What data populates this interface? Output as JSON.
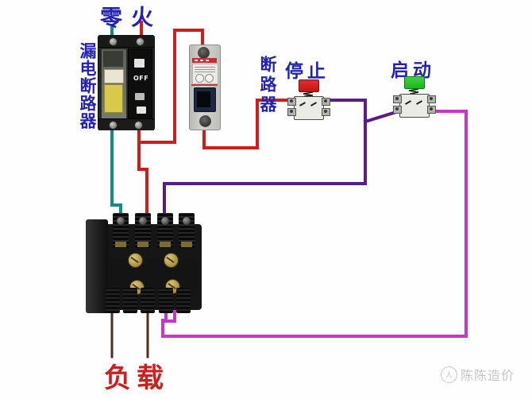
{
  "colors": {
    "wire_live": "#cf1d1a",
    "wire_neutral": "#0e8f85",
    "wire_control": "#5a1c85",
    "wire_coil": "#c935c5",
    "wire_load": "#4b3118",
    "label_blue": "#2323b0",
    "label_red": "#cb2020",
    "stop_button": "#c51414",
    "start_button": "#1eb41e",
    "watermark": "#c6c6c6"
  },
  "labels": {
    "neutral": "零",
    "live": "火",
    "rcbo": "漏电断路器",
    "mcb": "断路器",
    "stop": "停止",
    "start": "启动",
    "load": "负载"
  },
  "devices": {
    "rcbo_toggle": "OFF"
  },
  "watermark": {
    "logo": "人",
    "text": "陈陈造价"
  }
}
